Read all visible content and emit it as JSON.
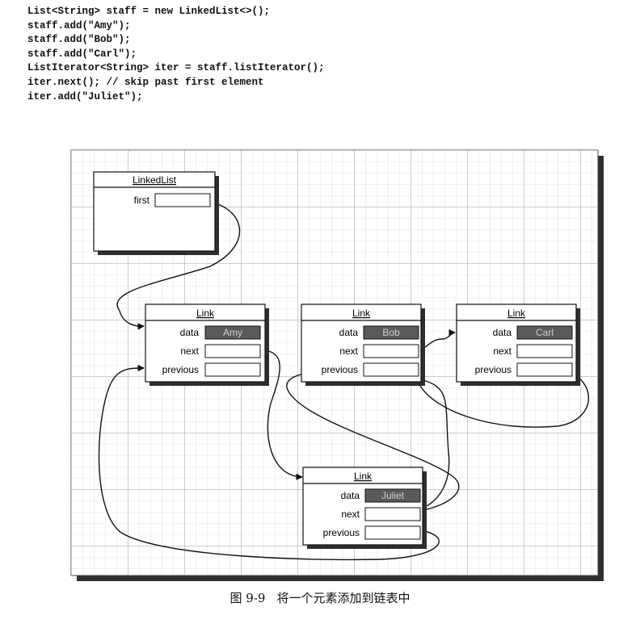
{
  "code": {
    "lines": [
      "List<String> staff = new LinkedList<>();",
      "staff.add(\"Amy\");",
      "staff.add(\"Bob\");",
      "staff.add(\"Carl\");",
      "ListIterator<String> iter = staff.listIterator();",
      "iter.next(); // skip past first element",
      "iter.add(\"Juliet\");"
    ]
  },
  "diagram": {
    "linked_list": {
      "title": "LinkedList",
      "field_first": "first"
    },
    "links": [
      {
        "title": "Link",
        "data_label": "data",
        "next_label": "next",
        "previous_label": "previous",
        "value": "Amy"
      },
      {
        "title": "Link",
        "data_label": "data",
        "next_label": "next",
        "previous_label": "previous",
        "value": "Bob"
      },
      {
        "title": "Link",
        "data_label": "data",
        "next_label": "next",
        "previous_label": "previous",
        "value": "Carl"
      },
      {
        "title": "Link",
        "data_label": "data",
        "next_label": "next",
        "previous_label": "previous",
        "value": "Juliet"
      }
    ]
  },
  "caption": {
    "number": "图 9-9",
    "text": "将一个元素添加到链表中"
  },
  "colors": {
    "grid_line": "#b8b8b8",
    "box_fill": "#ffffff",
    "shadow": "#3a3a3a",
    "data_fill": "#5a5a5a",
    "data_text": "#cfcfcf"
  }
}
